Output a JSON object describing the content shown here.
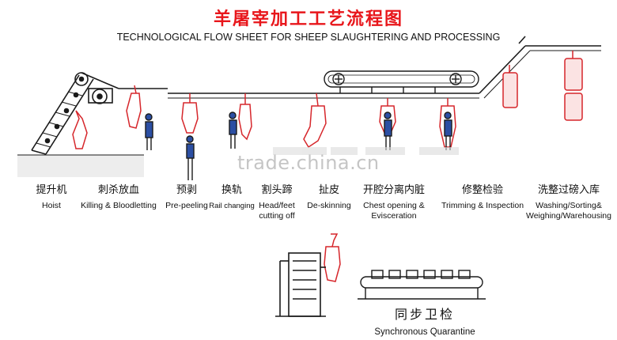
{
  "title_cn": "羊屠宰加工工艺流程图",
  "title_en": "TECHNOLOGICAL FLOW SHEET FOR SHEEP SLAUGHTERING AND PROCESSING",
  "watermark": "trade.china.cn",
  "steps": [
    {
      "cn": "提升机",
      "en": "Hoist"
    },
    {
      "cn": "刺杀放血",
      "en": "Killing & Bloodletting"
    },
    {
      "cn": "预剥",
      "en": "Pre-peeling"
    },
    {
      "cn": "换轨",
      "en": "Rail changing"
    },
    {
      "cn": "割头蹄",
      "en": "Head/feet",
      "en2": "cutting off"
    },
    {
      "cn": "扯皮",
      "en": "De-skinning"
    },
    {
      "cn": "开腔分离内脏",
      "en": "Chest opening &",
      "en2": "Evisceration"
    },
    {
      "cn": "修整检验",
      "en": "Trimming & Inspection"
    },
    {
      "cn": "洗整过磅入库",
      "en": "Washing/Sorting&",
      "en2": "Weighing/Warehousing"
    }
  ],
  "quarantine": {
    "cn": "同步卫检",
    "en": "Synchronous Quarantine"
  },
  "colors": {
    "accent": "#e8161b",
    "line": "#1a1a1a",
    "carcass": "#d6262b"
  }
}
